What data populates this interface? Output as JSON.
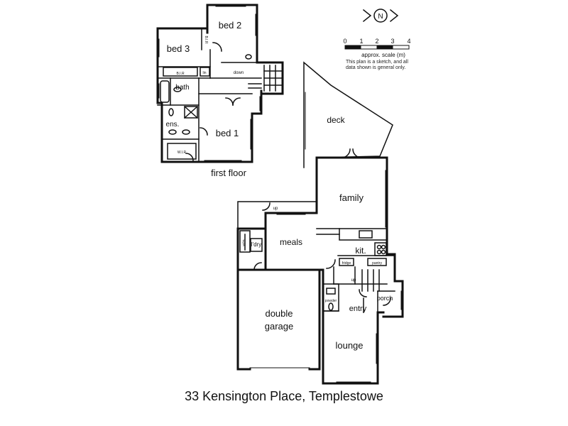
{
  "title": "33 Kensington Place, Templestowe",
  "compass": {
    "letter": "N",
    "icon": "north-arrow-icon"
  },
  "scale": {
    "ticks": [
      "0",
      "1",
      "2",
      "3",
      "4"
    ],
    "label": "approx. scale (m)",
    "note_line1": "This plan is a sketch, and all",
    "note_line2": "data shown is general only."
  },
  "first_floor": {
    "label": "first floor",
    "rooms": {
      "bed2": "bed 2",
      "bed3": "bed 3",
      "bath": "bath",
      "ens": "ens.",
      "bed1": "bed 1",
      "bir": "B.I.R",
      "bir_vertical": "B.I.R",
      "lin": "lin",
      "wir": "W.I.R",
      "down": "down"
    }
  },
  "ground_floor": {
    "rooms": {
      "deck": "deck",
      "family": "family",
      "meals": "meals",
      "kit": "kit.",
      "ldry": "l'dry",
      "double_garage_line1": "double",
      "double_garage_line2": "garage",
      "entry": "entry",
      "porch": "porch",
      "lounge": "lounge",
      "powder": "powder",
      "fridge": "fridge",
      "pantry": "pantry",
      "up1": "up",
      "up2": "up",
      "wm": "w/m"
    }
  }
}
